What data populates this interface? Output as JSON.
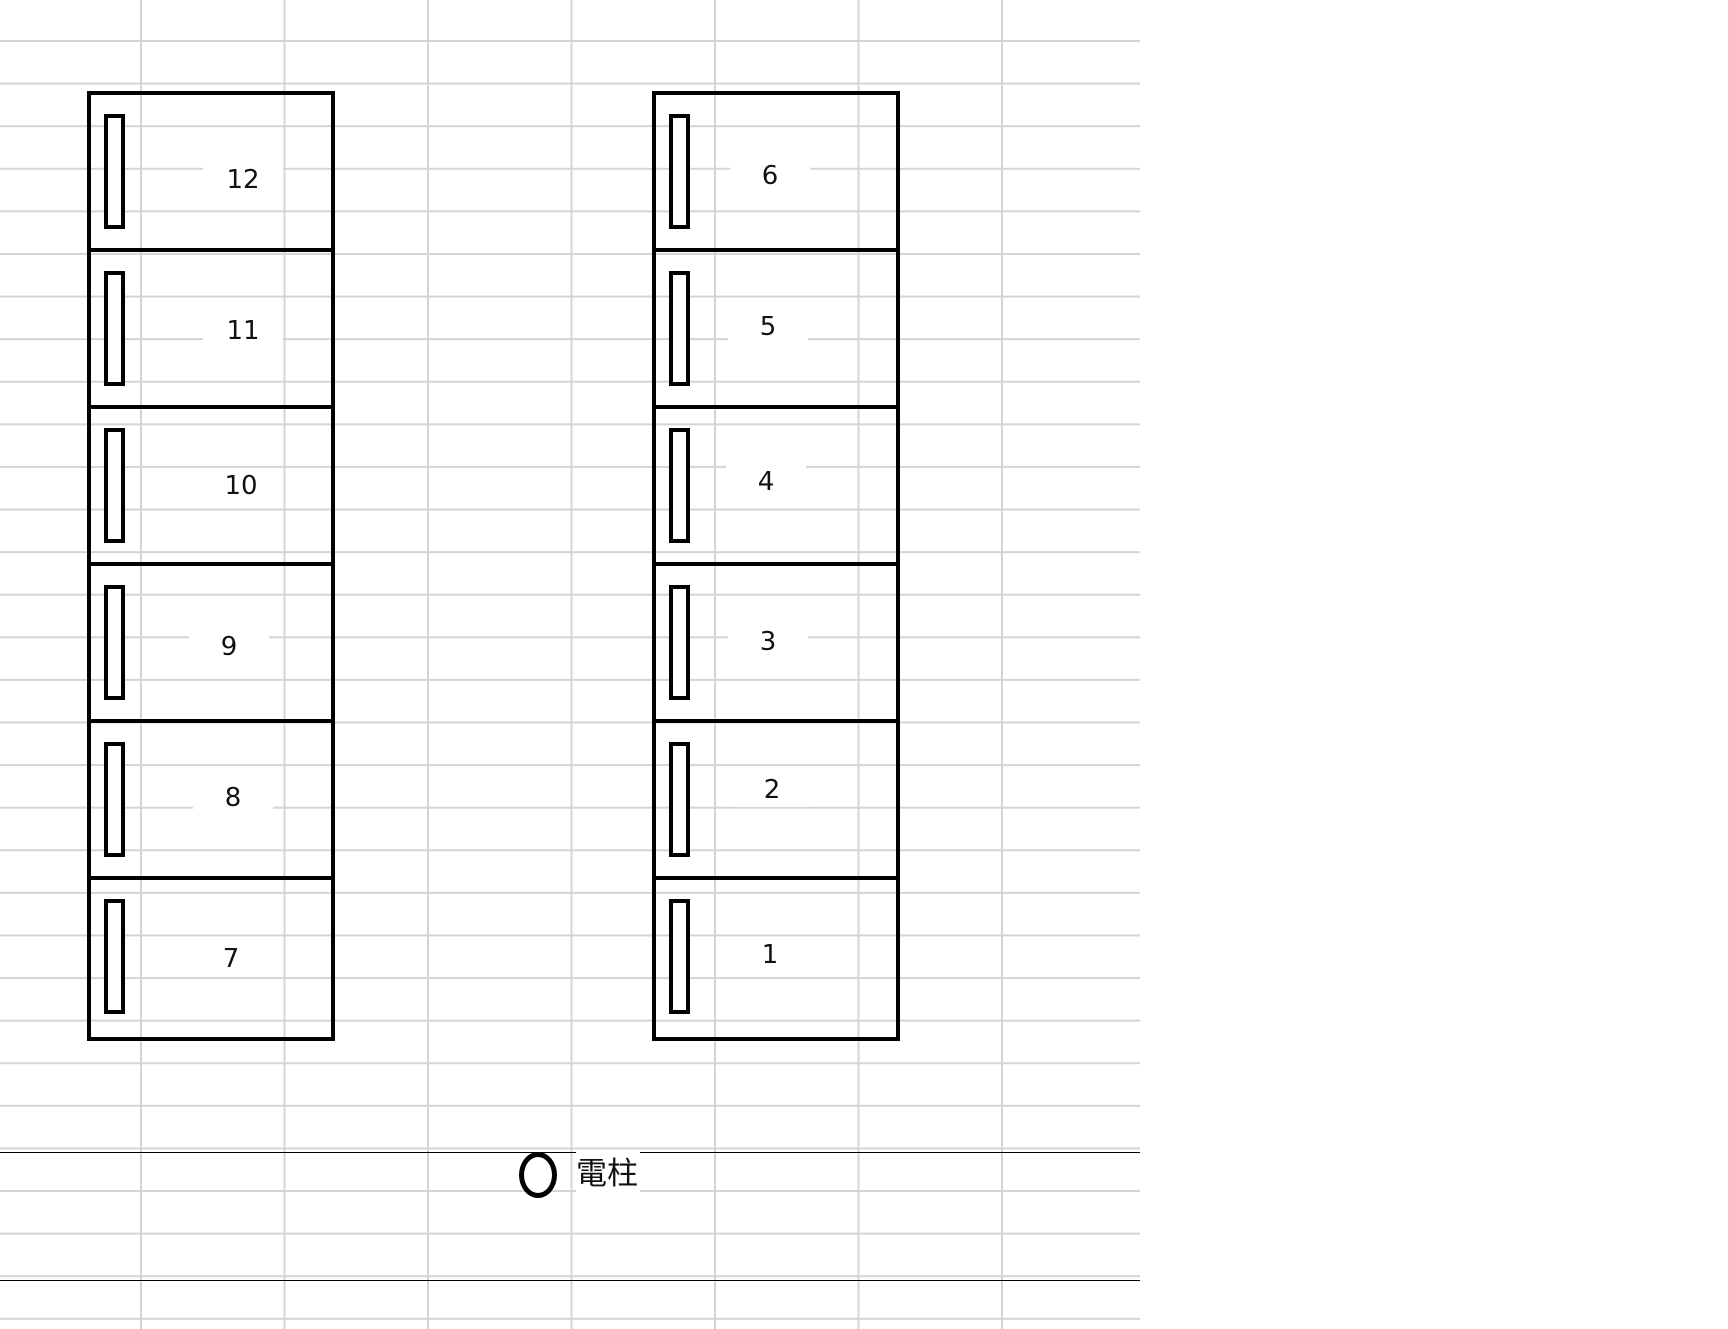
{
  "left_row": [
    {
      "number": "12"
    },
    {
      "number": "11"
    },
    {
      "number": "10"
    },
    {
      "number": "9"
    },
    {
      "number": "8"
    },
    {
      "number": "7"
    }
  ],
  "right_row": [
    {
      "number": "6"
    },
    {
      "number": "5"
    },
    {
      "number": "4"
    },
    {
      "number": "3"
    },
    {
      "number": "2"
    },
    {
      "number": "1"
    }
  ],
  "utility_pole": {
    "label": "電柱",
    "icon": "circle-pole-icon"
  }
}
